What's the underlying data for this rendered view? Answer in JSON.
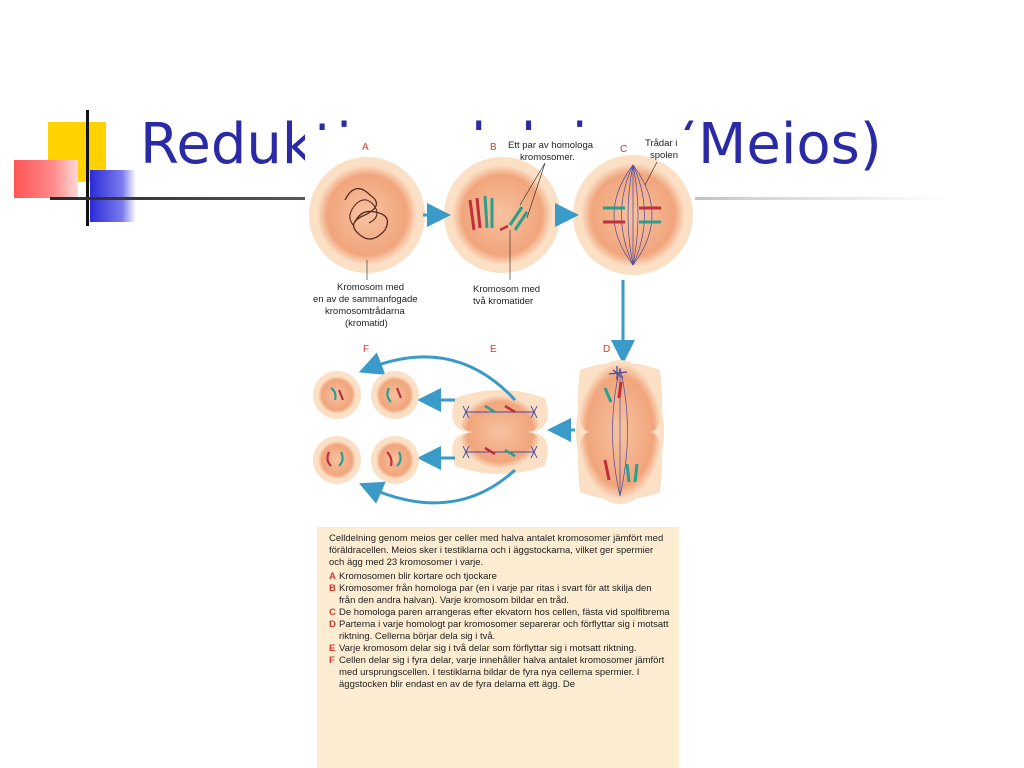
{
  "slide": {
    "title": "Reduktionsdelning (Meios)"
  },
  "diagram": {
    "stage_letters": [
      "A",
      "B",
      "C",
      "D",
      "E",
      "F"
    ],
    "labels": {
      "homolog_pair_1": "Ett par av homologa",
      "homolog_pair_2": "kromosomer.",
      "threads_1": "Trådar i",
      "threads_2": "spolen",
      "chromatid_1": "Kromosom med",
      "chromatid_2": "en av de sammanfogade",
      "chromatid_3": "kromosomtrådarna",
      "chromatid_4": "(kromatid)",
      "two_chromatids_1": "Kromosom med",
      "two_chromatids_2": "två kromatider"
    },
    "colors": {
      "cell_fill": "#f4b088",
      "cell_rim": "#f9dcc0",
      "arrow": "#3a9ac8",
      "chrom_red": "#c0303a",
      "chrom_teal": "#2aa08c",
      "spindle": "#4a4aa0",
      "letters": "#d23a2a"
    }
  },
  "caption": {
    "intro": "Celldelning genom meios ger celler med halva antalet kromosomer jämfört med föräldracellen. Meios sker i testiklarna och i äggstockarna, vilket ger spermier och ägg med 23 kromosomer i varje.",
    "steps": [
      {
        "letter": "A",
        "text": "Kromosomen blir kortare och tjockare"
      },
      {
        "letter": "B",
        "text": "Kromosomer från homologa par (en i varje par ritas i svart för att skilja den från den andra halvan). Varje kromosom bildar en tråd."
      },
      {
        "letter": "C",
        "text": "De homologa paren arrangeras efter ekvatorn hos cellen, fästa vid spolfibrema"
      },
      {
        "letter": "D",
        "text": "Parterna i varje homologt par kromosomer separerar och förflyttar sig i motsatt riktning. Cellerna börjar dela sig i två."
      },
      {
        "letter": "E",
        "text": "Varje kromosom delar sig i två delar som förflyttar sig i motsatt riktning."
      },
      {
        "letter": "F",
        "text": "Cellen delar sig i fyra delar, varje innehåller halva antalet kromosomer jämfört med ursprungscellen. I testiklarna bildar de fyra nya cellerna spermier. I äggstocken blir endast en av de fyra delarna ett ägg. De"
      }
    ]
  }
}
